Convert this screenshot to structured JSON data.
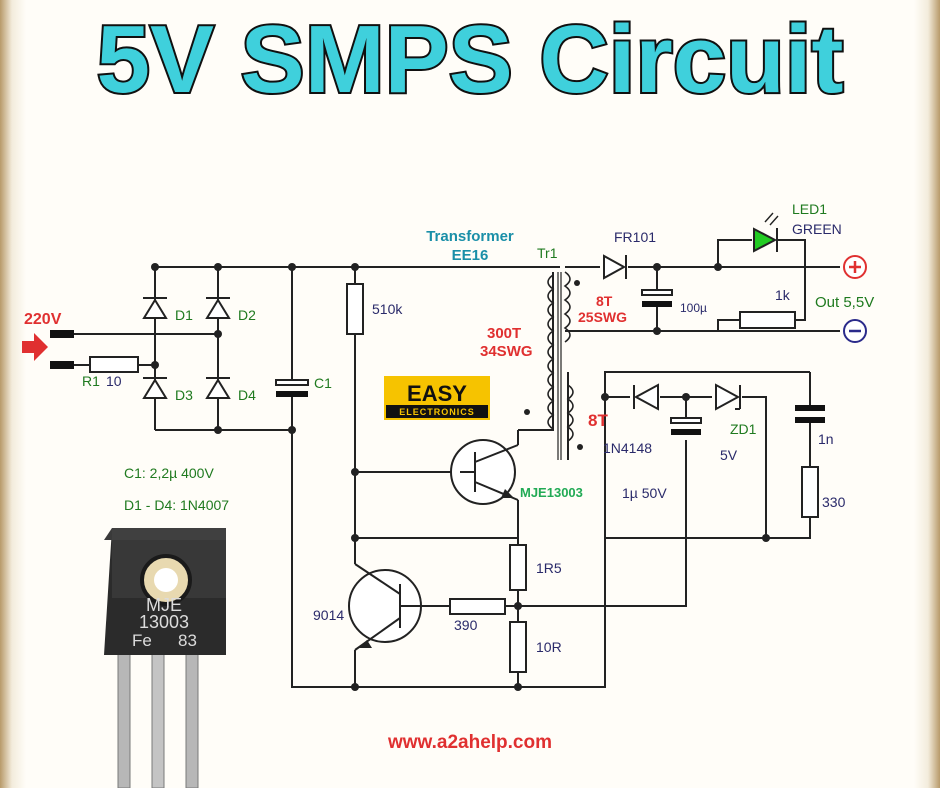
{
  "title": "5V SMPS Circuit",
  "header": {
    "transformer_line1": "Transformer",
    "transformer_line2": "EE16",
    "tr1": "Tr1"
  },
  "input": {
    "voltage": "220V",
    "r1": "R1",
    "r1_value": "10"
  },
  "bridge": {
    "d1": "D1",
    "d2": "D2",
    "d3": "D3",
    "d4": "D4",
    "c1": "C1"
  },
  "notes": {
    "c1_spec": "C1: 2,2µ 400V",
    "diodes_spec": "D1 - D4: 1N4007"
  },
  "primary": {
    "r_start": "510k",
    "turns": "300T",
    "wire": "34SWG",
    "transistor": "MJE13003",
    "r_emitter": "1R5",
    "r_bias": "390",
    "r_sense": "10R",
    "driver": "9014"
  },
  "secondary": {
    "fr": "FR101",
    "turns": "8T",
    "wire": "25SWG",
    "cap": "100µ",
    "led": "LED1",
    "led_color": "GREEN",
    "r_led": "1k",
    "out": "Out 5,5V"
  },
  "feedback": {
    "turns": "8T",
    "diode": "1N4148",
    "cap": "1µ 50V",
    "zener": "ZD1",
    "zener_v": "5V",
    "snub_c": "1n",
    "snub_r": "330"
  },
  "brand": {
    "line1": "EASY",
    "line2": "ELECTRONICS"
  },
  "photo": {
    "text1": "MJE",
    "text2": "13003",
    "text3": "Fe",
    "text4": "83"
  },
  "website": "www.a2ahelp.com",
  "colors": {
    "title_fill": "#3fd0dc",
    "accent_red": "#e03030",
    "led_green": "#22cc22",
    "brand_yellow": "#f6c300"
  }
}
